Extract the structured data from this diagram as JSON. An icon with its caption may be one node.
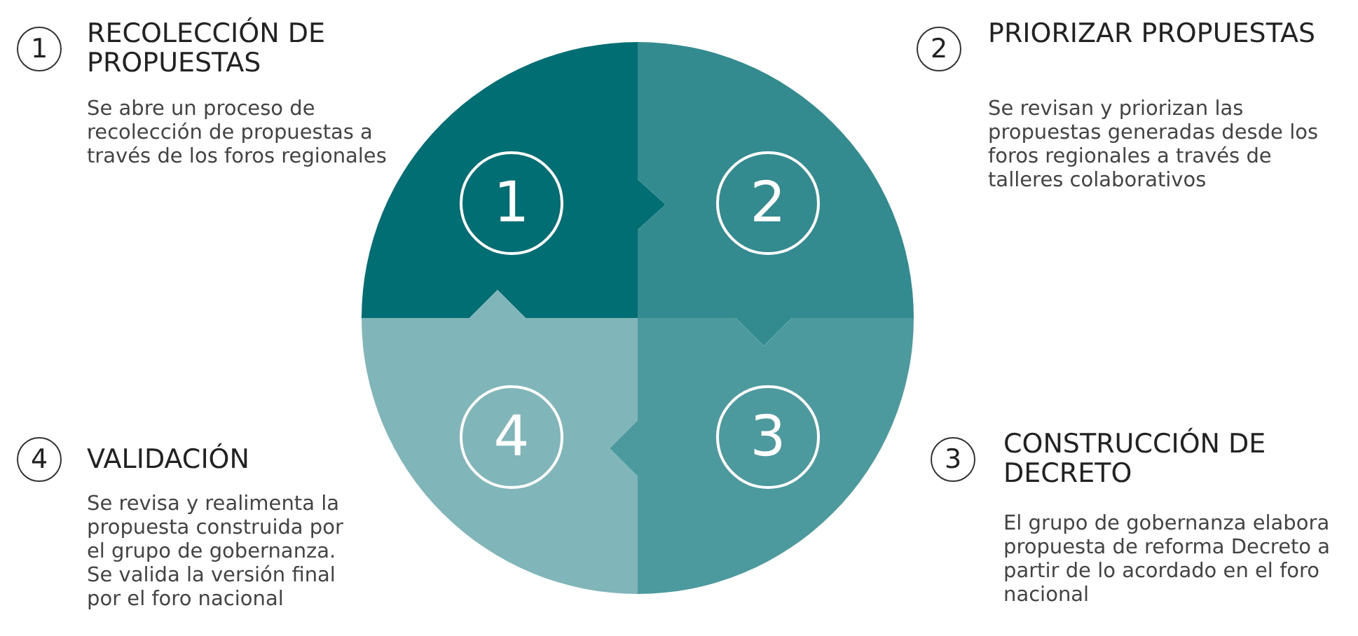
{
  "diagram": {
    "nodes": [
      {
        "text": [
          "1"
        ]
      },
      {
        "text": [
          "1"
        ]
      },
      {
        "text": [
          "2"
        ]
      },
      {
        "text": [
          "2"
        ]
      },
      {
        "text": [
          "4"
        ]
      },
      {
        "text": [
          "3"
        ]
      },
      {
        "text": [
          "4"
        ]
      },
      {
        "text": [
          "3"
        ]
      }
    ],
    "labels": [
      "RECOLECCIÓN DE PROPUESTAS",
      "Se abre un proceso de recolección de propuestas a través de los foros regionales",
      "PRIORIZAR PROPUESTAS",
      "Se revisan y priorizan las propuestas generadas desde los foros regionales a través de talleres colaborativos",
      "VALIDACIÓN",
      "Se revisa y realimenta la propuesta construida por el grupo de gobernanza. Se valida la versión final por el foro nacional",
      "CONSTRUCCIÓN DE DECRETO",
      "El grupo de gobernanza elabora propuesta de reforma Decreto a partir de lo acordado en el foro nacional"
    ]
  }
}
